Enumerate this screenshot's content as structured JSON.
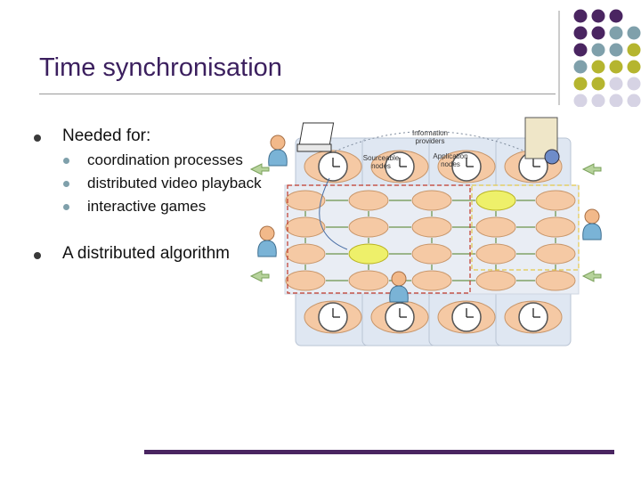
{
  "slide": {
    "title": "Time synchronisation",
    "bullets": [
      {
        "text": "Needed for:",
        "subitems": [
          "coordination processes",
          "distributed video playback",
          "interactive games"
        ]
      },
      {
        "text": "A distributed algorithm"
      }
    ]
  },
  "diagram": {
    "labels": {
      "information_providers": [
        "Information",
        "providers"
      ],
      "sourceable_nodes": [
        "Sourceable",
        "nodes"
      ],
      "application_nodes": [
        "Application",
        "nodes"
      ]
    }
  },
  "colors": {
    "title": "#3b1f5e",
    "accent_purple": "#4a2561",
    "accent_teal": "#7fa0ab",
    "accent_olive": "#b5b52f",
    "accent_lilac": "#d6d3e4",
    "node_fill": "#f5c9a4",
    "panel_fill": "#dfe7f2",
    "highlight_node": "#eef06a",
    "region_red": "#c0392b",
    "region_yellow": "#e3c84a"
  }
}
